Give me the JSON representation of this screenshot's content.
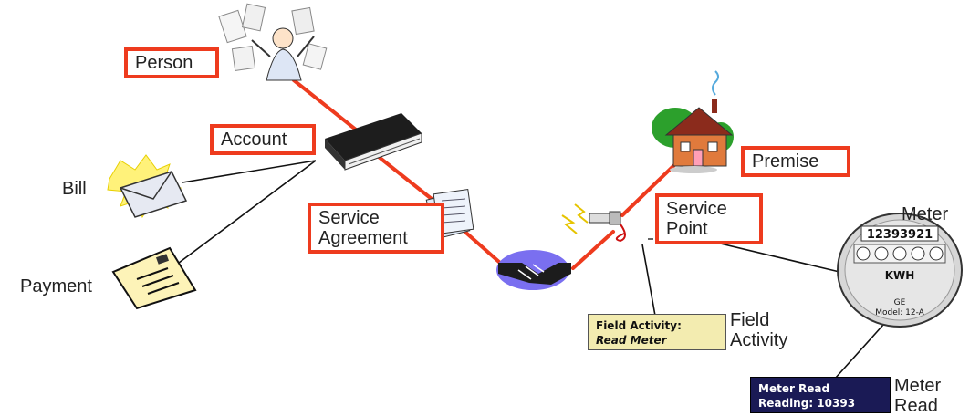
{
  "labels": {
    "person": "Person",
    "account": "Account",
    "bill": "Bill",
    "payment": "Payment",
    "service_agreement_line1": "Service",
    "service_agreement_line2": "Agreement",
    "premise": "Premise",
    "service_point_line1": "Service",
    "service_point_line2": "Point",
    "meter": "Meter",
    "field_activity_line1": "Field",
    "field_activity_line2": "Activity",
    "meter_read_line1": "Meter",
    "meter_read_line2": "Read"
  },
  "field_activity_card": {
    "line1": "Field Activity:",
    "line2": "Read Meter"
  },
  "meter_read_card": {
    "line1": "Meter Read",
    "line2": "Reading: 10393"
  },
  "meter_face": {
    "serial": "12393921",
    "unit": "KWH",
    "brand": "GE",
    "model": "Model: 12-A"
  },
  "colors": {
    "relation_line": "#ee3b1e",
    "label_border": "#ee3b1e",
    "field_activity_bg": "#f3ecb0",
    "meter_read_bg": "#1a1a55"
  },
  "icons": [
    "person-icon",
    "ledger-book-icon",
    "envelope-bill-icon",
    "payment-document-icon",
    "contract-document-icon",
    "handshake-icon",
    "house-icon",
    "service-point-plug-icon",
    "meter-icon"
  ]
}
